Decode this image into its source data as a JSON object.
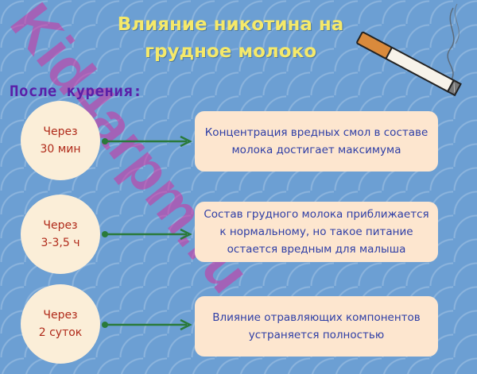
{
  "title_line1": "Влияние никотина на",
  "title_line2": "грудное молоко",
  "subtitle": "После курения:",
  "steps": [
    {
      "time_line1": "Через",
      "time_line2": "30 мин",
      "text_line1": "Концентрация вредных смол в составе",
      "text_line2": "молока достигает максимума",
      "text_line3": ""
    },
    {
      "time_line1": "Через",
      "time_line2": "3-3,5 ч",
      "text_line1": "Состав грудного молока приближается",
      "text_line2": "к нормальному, но такое питание",
      "text_line3": "остается вредным для малыша"
    },
    {
      "time_line1": "Через",
      "time_line2": "2 суток",
      "text_line1": "Влияние отравляющих компонентов",
      "text_line2": "устраняется полностью",
      "text_line3": ""
    }
  ],
  "watermark": "Kid4arpm.ru",
  "colors": {
    "background": "#6c9fd3",
    "title": "#f5e96a",
    "subtitle": "#5a1fa8",
    "circle_text": "#b02a1a",
    "box_text": "#2e3ea6",
    "arrow": "#2a7a3a"
  },
  "icons": [
    "cigarette-icon",
    "arrow-right-icon"
  ]
}
